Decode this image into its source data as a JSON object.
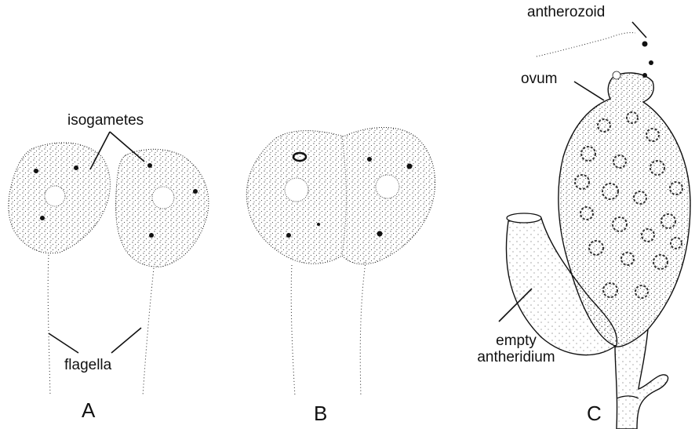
{
  "labels": {
    "isogametes": "isogametes",
    "flagella": "flagella",
    "antherozoid": "antherozoid",
    "ovum": "ovum",
    "empty_antheridium_line1": "empty",
    "empty_antheridium_line2": "antheridium"
  },
  "panels": {
    "a": "A",
    "b": "B",
    "c": "C"
  },
  "colors": {
    "ink": "#111111",
    "background": "#ffffff"
  }
}
